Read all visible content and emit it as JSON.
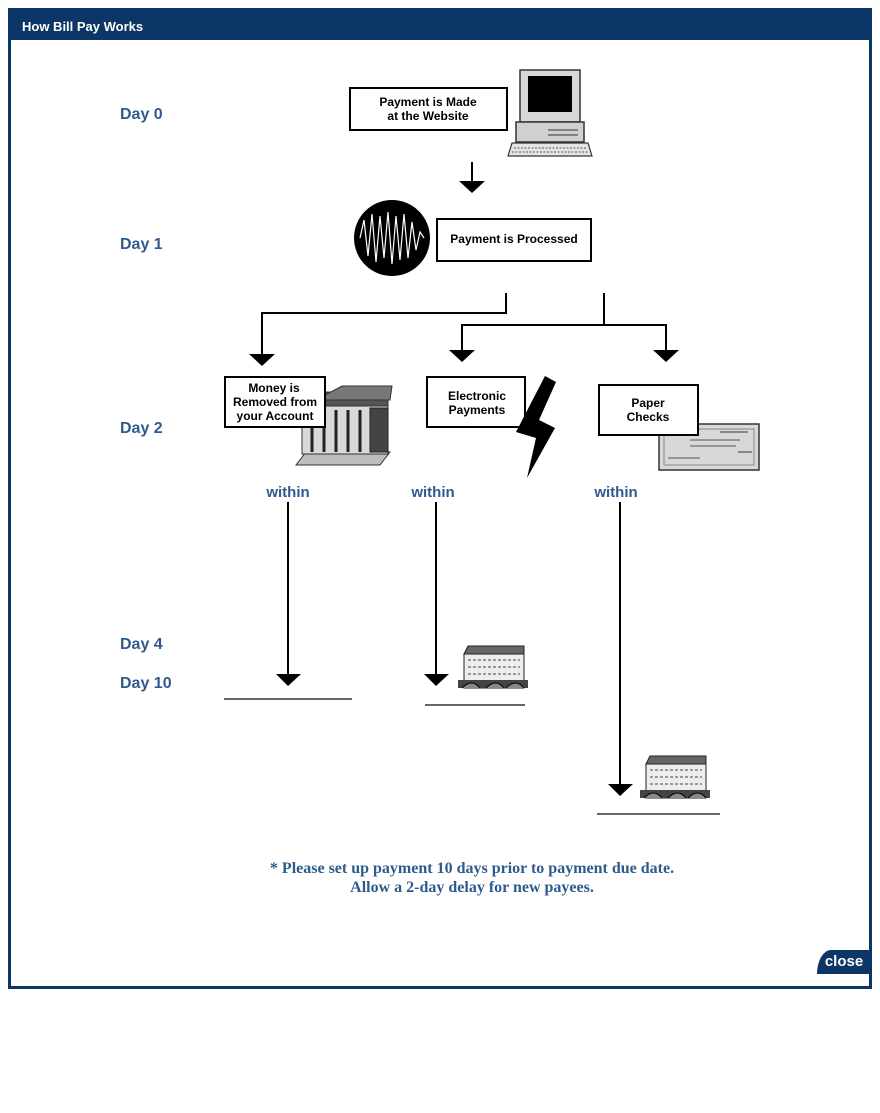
{
  "window": {
    "title": "How Bill Pay Works"
  },
  "days": {
    "day0": "Day 0",
    "day1": "Day 1",
    "day2": "Day 2",
    "day4": "Day 4",
    "day10": "Day 10"
  },
  "boxes": {
    "made_line1": "Payment is Made",
    "made_line2": "at the Website",
    "processed": "Payment is Processed",
    "removed_line1": "Money is",
    "removed_line2": "Removed from",
    "removed_line3": "your Account",
    "electronic_line1": "Electronic",
    "electronic_line2": "Payments",
    "paper_line1": "Paper",
    "paper_line2": "Checks"
  },
  "within_labels": [
    "within",
    "within",
    "within"
  ],
  "note": {
    "line1": "* Please set up payment 10 days prior to payment due date.",
    "line2": "Allow a 2-day delay for new payees."
  },
  "buttons": {
    "close": "close"
  },
  "icons": [
    "computer-icon",
    "waveform-icon",
    "bank-icon",
    "lightning-icon",
    "check-icon",
    "building-icon"
  ],
  "colors": {
    "frame": "#0b3665",
    "label_text": "#2e5b8c"
  }
}
